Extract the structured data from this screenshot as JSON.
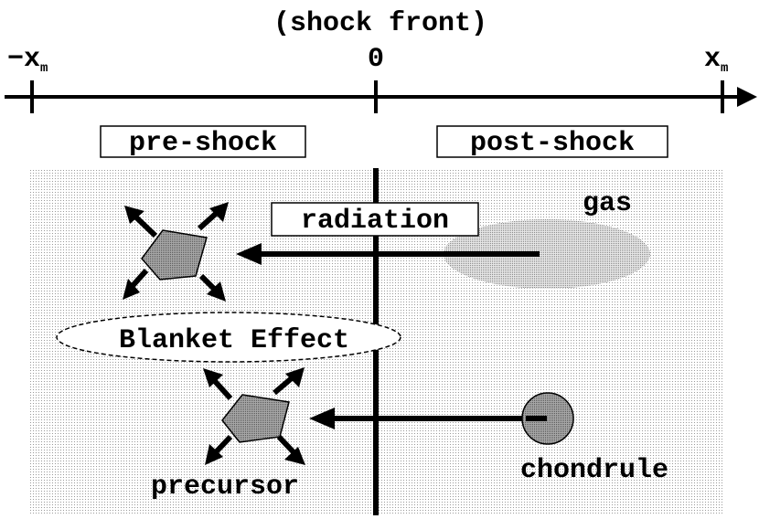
{
  "axis": {
    "title": "(shock front)",
    "left_tick": "−x",
    "left_tick_sub": "m",
    "center_tick": "0",
    "right_tick": "x",
    "right_tick_sub": "m"
  },
  "regions": {
    "pre_shock": "pre-shock",
    "post_shock": "post-shock"
  },
  "labels": {
    "radiation": "radiation",
    "gas": "gas",
    "blanket_effect": "Blanket Effect",
    "precursor": "precursor",
    "chondrule": "chondrule"
  },
  "colors": {
    "stipple": "#9a9a9a",
    "gas_cloud": "#b5b5b5",
    "particle_fill": "#8c8c8c",
    "chondrule_fill": "#a0a0a0",
    "ink": "#000000"
  }
}
